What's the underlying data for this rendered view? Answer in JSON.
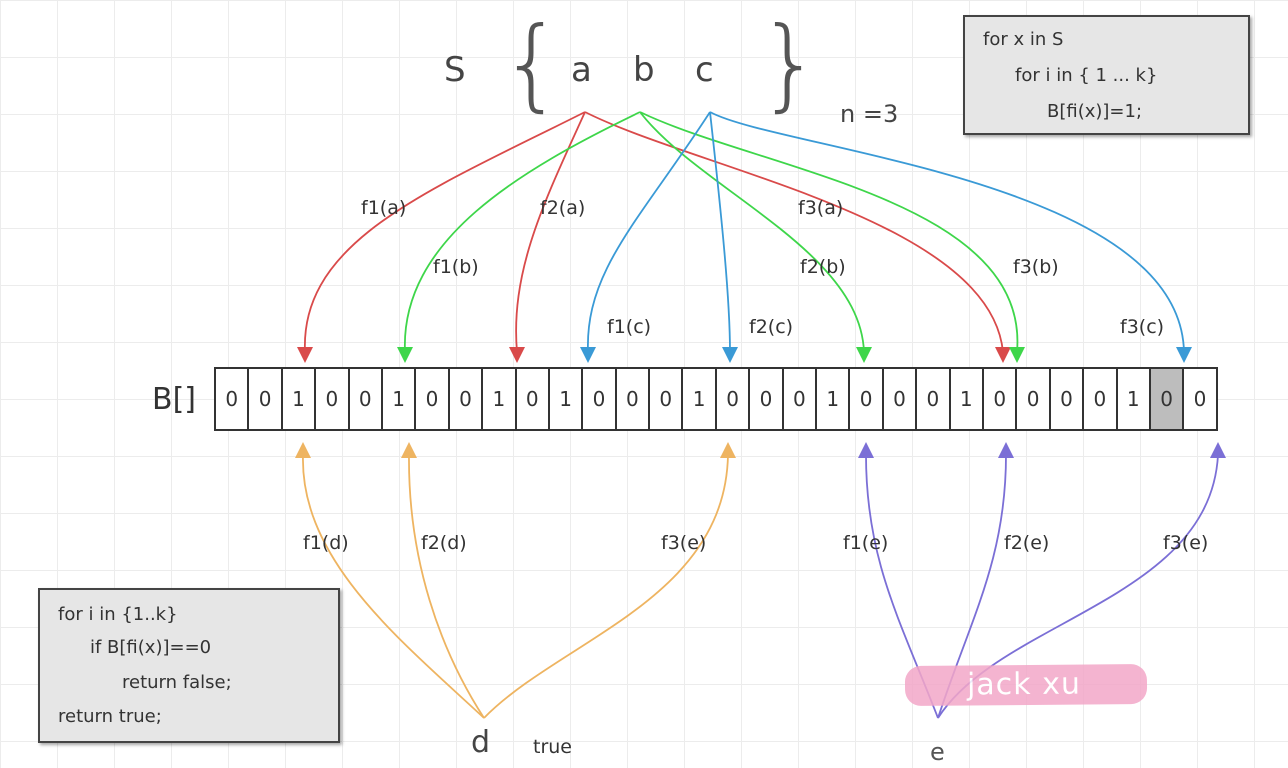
{
  "set": {
    "name": "S",
    "elements": [
      "a",
      "b",
      "c"
    ],
    "n_label": "n =3"
  },
  "array": {
    "name": "B[]",
    "cells": [
      "0",
      "0",
      "1",
      "0",
      "0",
      "1",
      "0",
      "0",
      "1",
      "0",
      "1",
      "0",
      "0",
      "0",
      "1",
      "0",
      "0",
      "0",
      "1",
      "0",
      "0",
      "0",
      "1",
      "0",
      "0",
      "0",
      "0",
      "1",
      "0",
      "0"
    ],
    "highlighted_index": 28
  },
  "insert_code": [
    "for x in S",
    "for i in { 1 ... k}",
    "B[fi(x)]=1;"
  ],
  "query_code": [
    "for i in {1..k}",
    "if B[fi(x)]==0",
    "return false;",
    "return true;"
  ],
  "hash_labels": {
    "f1a": "f1(a)",
    "f2a": "f2(a)",
    "f3a": "f3(a)",
    "f1b": "f1(b)",
    "f2b": "f2(b)",
    "f3b": "f3(b)",
    "f1c": "f1(c)",
    "f2c": "f2(c)",
    "f3c": "f3(c)",
    "f1d": "f1(d)",
    "f2d": "f2(d)",
    "f3e_left": "f3(e)",
    "f1e": "f1(e)",
    "f2e": "f2(e)",
    "f3e_right": "f3(e)"
  },
  "query": {
    "d": "d",
    "d_result": "true",
    "e": "e"
  },
  "watermark": "jack xu",
  "colors": {
    "red": "#d94a4a",
    "green": "#3ed64a",
    "blue": "#3a9ad6",
    "orange": "#eeb461",
    "purple": "#7b6fd6"
  }
}
